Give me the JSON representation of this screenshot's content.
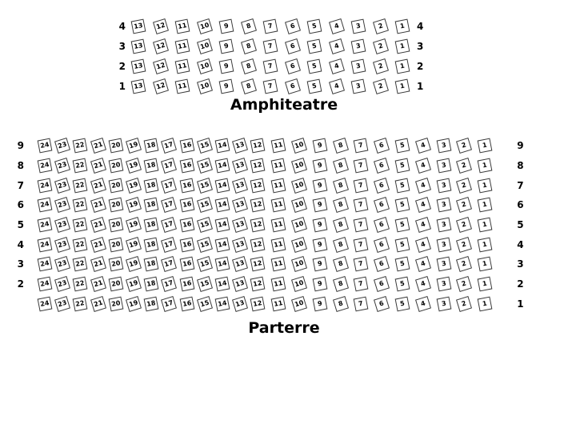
{
  "amphitheatre": {
    "title": "Amphiteatre",
    "row_labels": [
      "4",
      "3",
      "2",
      "1"
    ],
    "seat_numbers": [
      "13",
      "12",
      "11",
      "10",
      "9",
      "8",
      "7",
      "6",
      "5",
      "4",
      "3",
      "2",
      "1"
    ]
  },
  "parterre": {
    "title": "Parterre",
    "left_row_labels": [
      "9",
      "8",
      "7",
      "6",
      "5",
      "4",
      "3",
      "2",
      ""
    ],
    "right_row_labels": [
      "9",
      "8",
      "7",
      "6",
      "5",
      "4",
      "3",
      "2",
      "1"
    ],
    "left_block_seat_numbers": [
      "24",
      "23",
      "22",
      "21",
      "20",
      "19",
      "18",
      "17",
      "16",
      "15",
      "14",
      "13",
      "12"
    ],
    "right_block_seat_numbers": [
      "11",
      "10",
      "9",
      "8",
      "7",
      "6",
      "5",
      "4",
      "3",
      "2",
      "1"
    ]
  },
  "style": {
    "background": "#ffffff",
    "seat_border_color": "#3a3a3a",
    "seat_fill_color": "#ffffff",
    "text_color": "#000000"
  }
}
